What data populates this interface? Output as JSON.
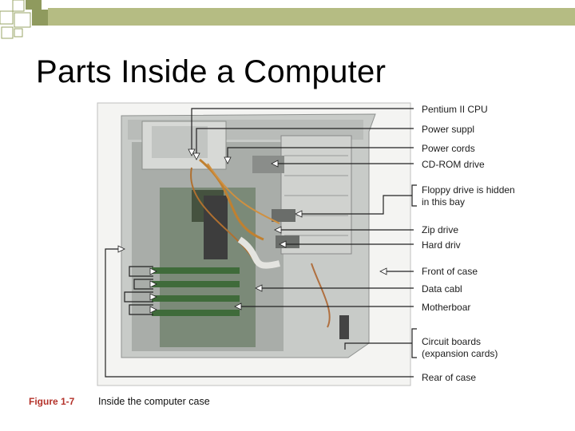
{
  "slide": {
    "title": "Parts Inside a Computer"
  },
  "figure": {
    "number": "Figure 1-7",
    "caption": "Inside the computer case",
    "labels": [
      {
        "id": "cpu",
        "lines": [
          "Pentium II CPU"
        ]
      },
      {
        "id": "power-supply",
        "lines": [
          "Power suppl"
        ]
      },
      {
        "id": "power-cords",
        "lines": [
          "Power cords"
        ]
      },
      {
        "id": "cdrom",
        "lines": [
          "CD-ROM drive"
        ]
      },
      {
        "id": "floppy",
        "lines": [
          "Floppy drive is hidden",
          "in this bay"
        ]
      },
      {
        "id": "zip",
        "lines": [
          "Zip drive"
        ]
      },
      {
        "id": "hard-drive",
        "lines": [
          "Hard driv"
        ]
      },
      {
        "id": "front-case",
        "lines": [
          "Front of case"
        ]
      },
      {
        "id": "data-cable",
        "lines": [
          "Data cabl"
        ]
      },
      {
        "id": "motherboard",
        "lines": [
          "Motherboar"
        ]
      },
      {
        "id": "circuit-boards",
        "lines": [
          "Circuit boards",
          "(expansion cards)"
        ]
      },
      {
        "id": "rear-case",
        "lines": [
          "Rear of case"
        ]
      }
    ]
  },
  "colors": {
    "accent": "#b4322a",
    "corner_green": "#9aa667",
    "case_grey": "#c6c9c6"
  }
}
